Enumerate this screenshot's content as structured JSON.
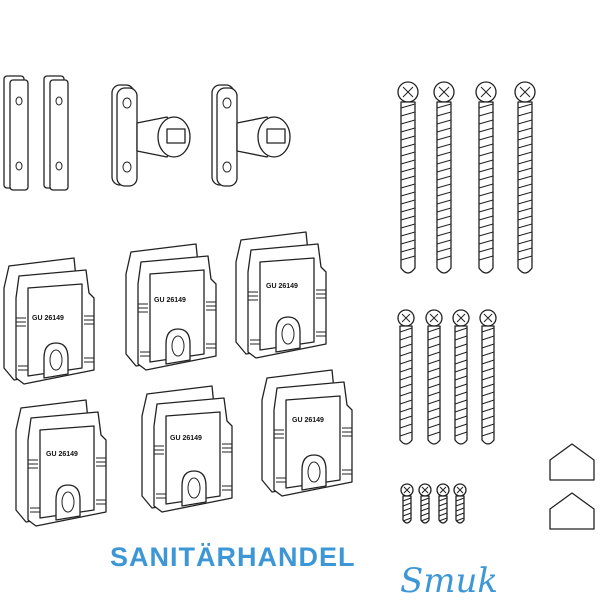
{
  "product": {
    "clips": [
      {
        "label": "GU 26149"
      },
      {
        "label": "GU 26149"
      },
      {
        "label": "GU 26149"
      },
      {
        "label": "GU 26149"
      },
      {
        "label": "GU 26149"
      },
      {
        "label": "GU 26149"
      }
    ],
    "counts": {
      "flat_plates": 2,
      "bolt_plates": 2,
      "long_screws": 4,
      "medium_screws": 4,
      "short_screws": 4,
      "caps": 2
    }
  },
  "watermark": {
    "line1": "SANITÄRHANDEL",
    "line2": "Smuk",
    "color": "#3d97d6"
  }
}
